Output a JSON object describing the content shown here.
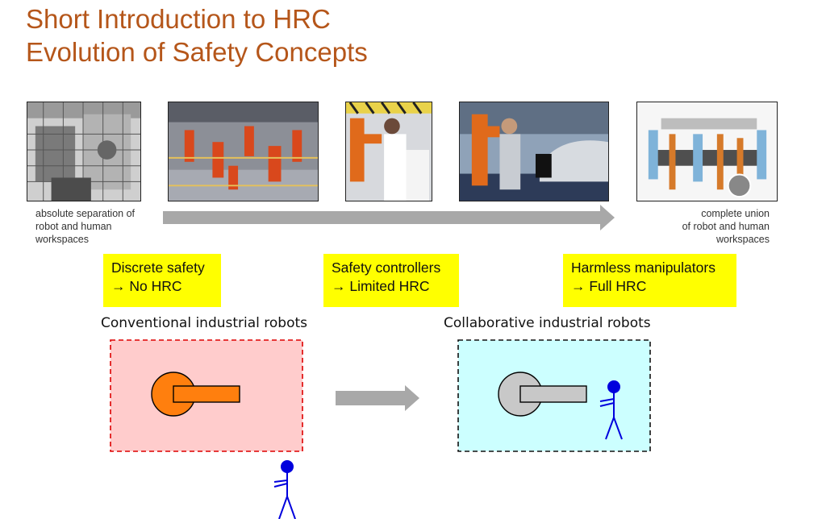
{
  "title": {
    "line1": "Short Introduction to HRC",
    "line2": "Evolution of Safety Concepts"
  },
  "photos": [
    {
      "name": "photo-separated-workcell",
      "desc": "robot behind safety fence"
    },
    {
      "name": "photo-robot-production-line",
      "desc": "orange robots in fenced production line"
    },
    {
      "name": "photo-worker-with-robot",
      "desc": "worker next to orange robot"
    },
    {
      "name": "photo-operator-at-robot-cell",
      "desc": "operator at robot with car body"
    },
    {
      "name": "photo-assembly-line-collaboration",
      "desc": "workers and robots at assembly line"
    }
  ],
  "captions": {
    "left": [
      "absolute separation of",
      "robot and human",
      "workspaces"
    ],
    "right": [
      "complete union",
      "of robot and human",
      "workspaces"
    ]
  },
  "safety_levels": [
    {
      "title": "Discrete safety",
      "detail": "→ No HRC"
    },
    {
      "title": "Safety controllers",
      "detail": "→ Limited HRC"
    },
    {
      "title": "Harmless manipulators",
      "detail": "→ Full HRC"
    }
  ],
  "diagram": {
    "conventional_label": "Conventional industrial robots",
    "collaborative_label": "Collaborative industrial robots"
  },
  "colors": {
    "title": "#b5561a",
    "highlight": "#ffff00",
    "conventional_zone_fill": "#ffcccc",
    "conventional_zone_border": "#dd0000",
    "collaborative_zone_fill": "#ccffff",
    "collaborative_zone_border": "#111111",
    "conventional_robot": "#ff7f0e",
    "collaborative_robot": "#c8c8c8",
    "human": "#0000dd",
    "arrow": "#a8a8a8"
  }
}
